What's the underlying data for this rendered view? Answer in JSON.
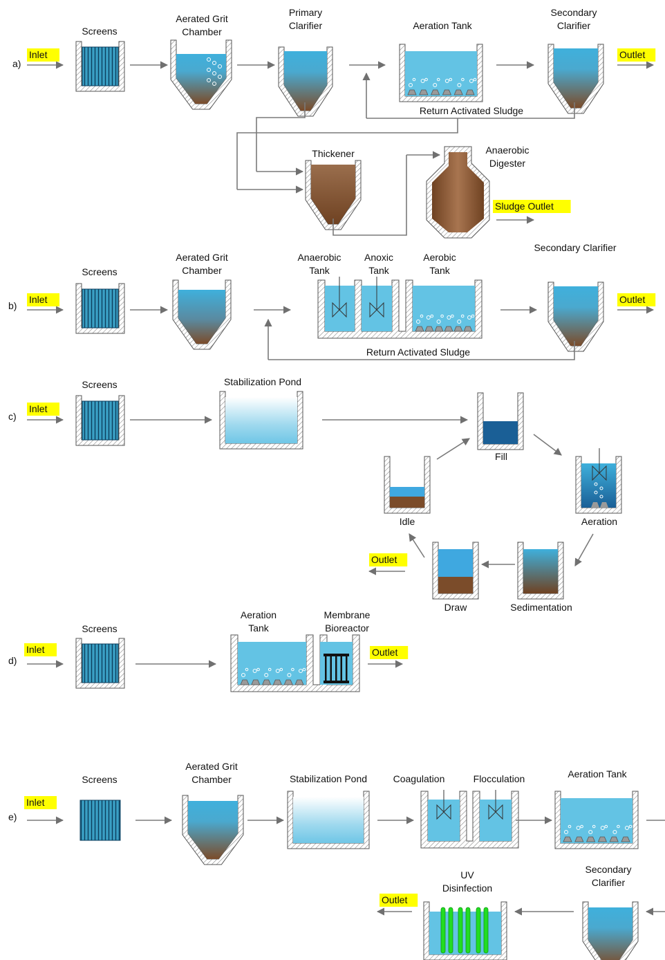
{
  "colors": {
    "water": "#4ab6dd",
    "water_light": "#8dd1ea",
    "sludge": "#7b4c2a",
    "hatch": "#9a9a9a",
    "arrow": "#777777",
    "highlight": "#ffff00",
    "uv": "#22dd22",
    "fill_blue": "#1a5f96"
  },
  "rows": {
    "a": {
      "tag": "a)",
      "inlet": "Inlet",
      "screens": "Screens",
      "grit": [
        "Aerated Grit",
        "Chamber"
      ],
      "primary": [
        "Primary",
        "Clarifier"
      ],
      "aeration": "Aeration Tank",
      "secondary": [
        "Secondary",
        "Clarifier"
      ],
      "outlet": "Outlet",
      "ras": "Return Activated Sludge",
      "thickener": "Thickener",
      "digester": [
        "Anaerobic",
        "Digester"
      ],
      "sludge_outlet": "Sludge Outlet"
    },
    "b": {
      "tag": "b)",
      "inlet": "Inlet",
      "screens": "Screens",
      "grit": [
        "Aerated Grit",
        "Chamber"
      ],
      "anaerobic": [
        "Anaerobic",
        "Tank"
      ],
      "anoxic": [
        "Anoxic",
        "Tank"
      ],
      "aerobic": [
        "Aerobic",
        "Tank"
      ],
      "secondary": "Secondary Clarifier",
      "outlet": "Outlet",
      "ras": "Return Activated Sludge"
    },
    "c": {
      "tag": "c)",
      "inlet": "Inlet",
      "screens": "Screens",
      "pond": "Stabilization Pond",
      "fill": "Fill",
      "aeration": "Aeration",
      "sedimentation": "Sedimentation",
      "draw": "Draw",
      "idle": "Idle",
      "outlet": "Outlet"
    },
    "d": {
      "tag": "d)",
      "inlet": "Inlet",
      "screens": "Screens",
      "aeration": [
        "Aeration",
        "Tank"
      ],
      "membrane": [
        "Membrane",
        "Bioreactor"
      ],
      "outlet": "Outlet"
    },
    "e": {
      "tag": "e)",
      "inlet": "Inlet",
      "screens": "Screens",
      "grit": [
        "Aerated Grit",
        "Chamber"
      ],
      "pond": "Stabilization Pond",
      "coagulation": "Coagulation",
      "flocculation": "Flocculation",
      "aeration": "Aeration Tank",
      "secondary": [
        "Secondary",
        "Clarifier"
      ],
      "uv": [
        "UV",
        "Disinfection"
      ],
      "outlet": "Outlet"
    }
  }
}
